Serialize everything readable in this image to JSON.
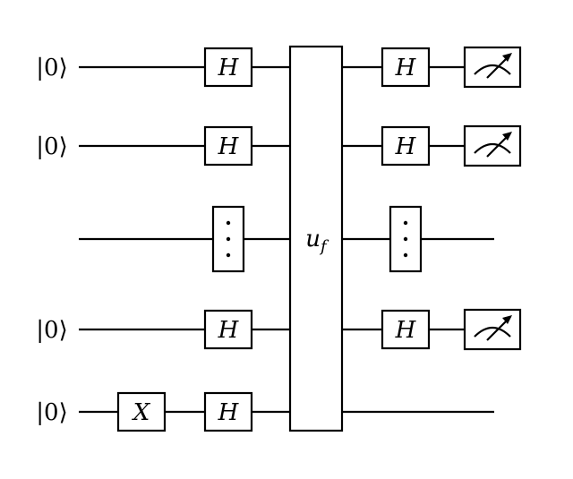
{
  "qubits": [
    {
      "input": "|0⟩",
      "pre_gates": [
        "",
        "H"
      ],
      "post_gate": "H",
      "measured": true
    },
    {
      "input": "|0⟩",
      "pre_gates": [
        "",
        "H"
      ],
      "post_gate": "H",
      "measured": true
    },
    {
      "input": "",
      "pre_gates": [
        "",
        "⋮"
      ],
      "post_gate": "⋮",
      "measured": false
    },
    {
      "input": "|0⟩",
      "pre_gates": [
        "",
        "H"
      ],
      "post_gate": "H",
      "measured": true
    },
    {
      "input": "|0⟩",
      "pre_gates": [
        "X",
        "H"
      ],
      "post_gate": "",
      "measured": false
    }
  ],
  "oracle": {
    "label": "u_f"
  },
  "icons": {
    "meter": "measurement-meter-icon"
  }
}
